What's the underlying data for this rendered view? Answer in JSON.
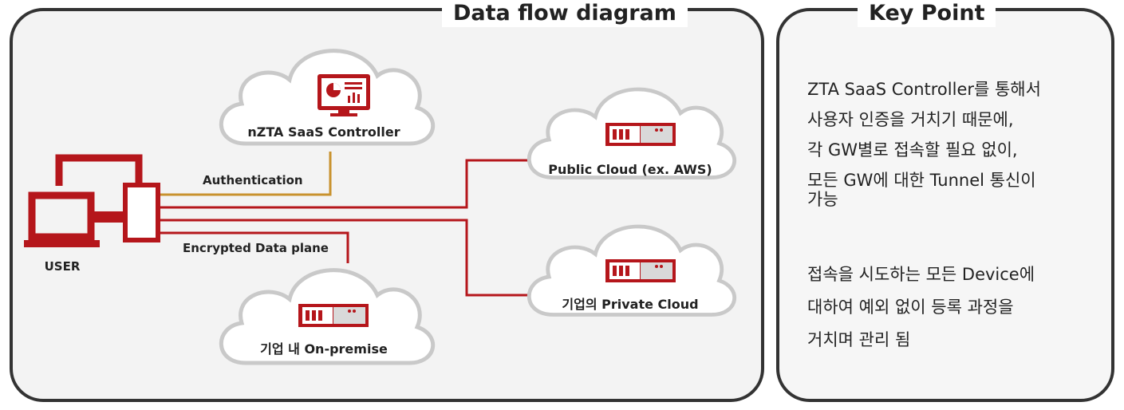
{
  "diagram": {
    "title": "Data flow diagram",
    "nodes": {
      "controller": "nZTA SaaS Controller",
      "public_cloud": "Public Cloud (ex. AWS)",
      "private_cloud": "기업의 Private Cloud",
      "on_premise": "기업 내 On-premise",
      "user": "USER"
    },
    "links": {
      "authentication": "Authentication",
      "data_plane": "Encrypted Data plane"
    }
  },
  "key_point": {
    "title": "Key Point",
    "paragraph1": [
      "ZTA SaaS Controller를 통해서",
      "사용자 인증을 거치기 때문에,",
      "각 GW별로 접속할 필요 없이,",
      "모든 GW에 대한 Tunnel 통신이",
      "가능"
    ],
    "paragraph2": [
      "접속을 시도하는 모든 Device에",
      "대하여 예외 없이 등록 과정을",
      "거치며 관리 됨"
    ]
  },
  "colors": {
    "accent_red": "#b5161b",
    "auth_line": "#c8922e",
    "cloud_fill": "#ffffff",
    "cloud_stroke": "#c9c9c9"
  }
}
